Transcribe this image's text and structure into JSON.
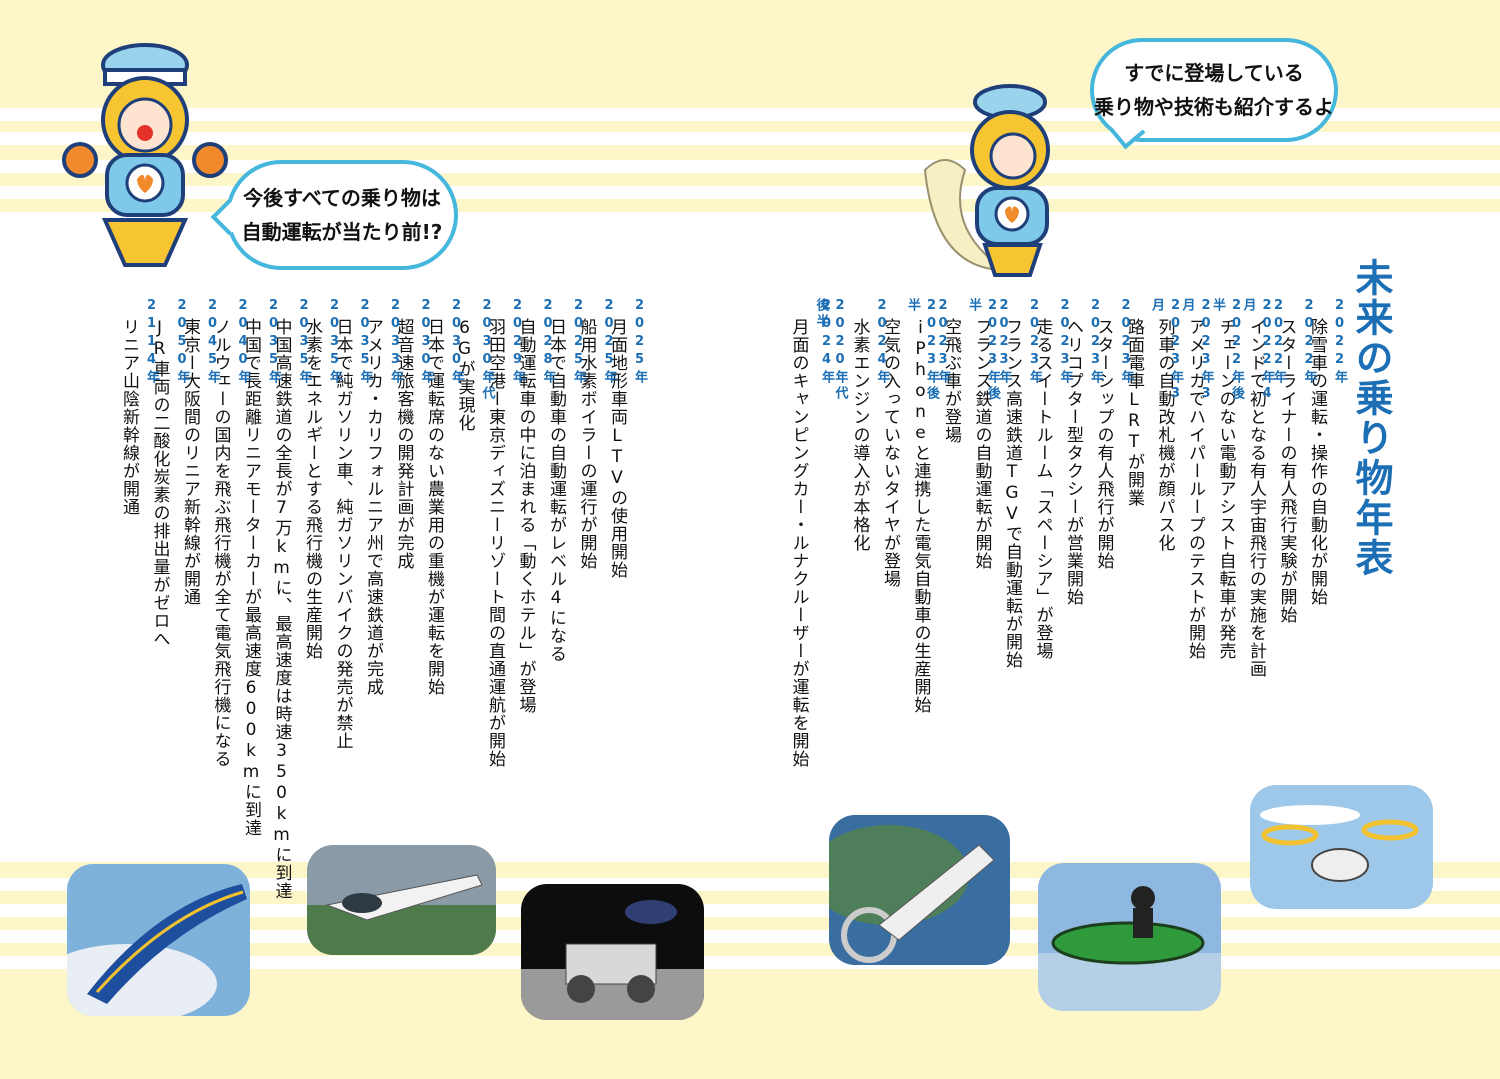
{
  "title": "未来の乗り物年表",
  "bubble_left": {
    "line1": "今後すべての乗り物は",
    "line2": "自動運転が当たり前!?"
  },
  "bubble_right": {
    "line1": "すでに登場している",
    "line2": "乗り物や技術も紹介するよ"
  },
  "right_timeline": [
    {
      "year": "2022年",
      "event": "除雪車の運転・操作の自動化が開始"
    },
    {
      "year": "2022年",
      "event": "スターライナーの有人飛行実験が開始"
    },
    {
      "year": "2022年",
      "event": "インドで初となる有人宇宙飛行の実施を計画"
    },
    {
      "year": "2022年4月",
      "event": "チェーンのない電動アシスト自転車が発売"
    },
    {
      "year": "2022年後半",
      "event": "アメリカでハイパーループのテストが開始"
    },
    {
      "year": "2023年3月",
      "event": "列車の自動改札機が顔パス化"
    },
    {
      "year": "2023年3月",
      "event": "路面電車LRTが開業"
    },
    {
      "year": "2023年",
      "event": "スターシップの有人飛行が開始"
    },
    {
      "year": "2023年",
      "event": "ヘリコプター型タクシーが営業開始"
    },
    {
      "year": "2023年",
      "event": "走るスイートルーム「スペーシア」が登場"
    },
    {
      "year": "2023年",
      "event": "フランス高速鉄道TGVで自動運転が開始"
    },
    {
      "year": "2023年",
      "event": "フランス鉄道の自動運転が開始"
    },
    {
      "year": "2023年後半",
      "event": "空飛ぶ車が登場"
    },
    {
      "year": "2023年",
      "event": "iPhoneと連携した電気自動車の生産開始"
    },
    {
      "year": "2023年後半",
      "event": "空気の入っていないタイヤが登場"
    },
    {
      "year": "2024年",
      "event": "水素エンジンの導入が本格化"
    },
    {
      "year": "2024年",
      "event": ""
    },
    {
      "year": "2020年代後半",
      "event": "月面のキャンピングカー・ルナクルーザーが運転を開始"
    }
  ],
  "left_timeline": [
    {
      "year": "2025年",
      "event": "月面地形車両LTVの使用開始"
    },
    {
      "year": "2025年",
      "event": "船用水素ボイラーの運行が開始"
    },
    {
      "year": "2025年",
      "event": "日本で自動車の自動運転がレベル4になる"
    },
    {
      "year": "2028年",
      "event": "自動運転車の中に泊まれる「動くホテル」が登場"
    },
    {
      "year": "2029年",
      "event": "羽田空港ー東京ディズニーリゾート間の直通運航が開始"
    },
    {
      "year": "2030年代",
      "event": "6Gが実現化"
    },
    {
      "year": "2030年",
      "event": "日本で運転席のない農業用の重機が運転を開始"
    },
    {
      "year": "2030年",
      "event": "超音速旅客機の開発計画が完成"
    },
    {
      "year": "2033年",
      "event": "アメリカ・カリフォルニア州で高速鉄道が完成"
    },
    {
      "year": "2035年",
      "event": "日本で純ガソリン車、純ガソリンバイクの発売が禁止"
    },
    {
      "year": "2035年",
      "event": "水素をエネルギーとする飛行機の生産開始"
    },
    {
      "year": "2035年",
      "event": "中国高速鉄道の全長が7万kmに、最高速度は時速350kmに到達"
    },
    {
      "year": "2035年",
      "event": "中国で長距離リニアモーターカーが最高速度600kmに到達"
    },
    {
      "year": "2040年",
      "event": "ノルウェーの国内を飛ぶ飛行機が全て電気飛行機になる"
    },
    {
      "year": "2045年",
      "event": "東京ー大阪間のリニア新幹線が開通"
    },
    {
      "year": "2050年",
      "event": "JR車両の二酸化炭素の排出量がゼロへ"
    },
    {
      "year": "2114年",
      "event": "リニア山陰新幹線が開通"
    }
  ],
  "colors": {
    "accent": "#1d6fb5",
    "bubble_border": "#45b6dc",
    "background": "#fdf6c8"
  },
  "icons": [
    "mascot-robot",
    "train-photo",
    "plane-photo",
    "lunar-rover-photo",
    "spacecraft-photo",
    "hoverbike-photo",
    "drone-taxi-photo"
  ]
}
